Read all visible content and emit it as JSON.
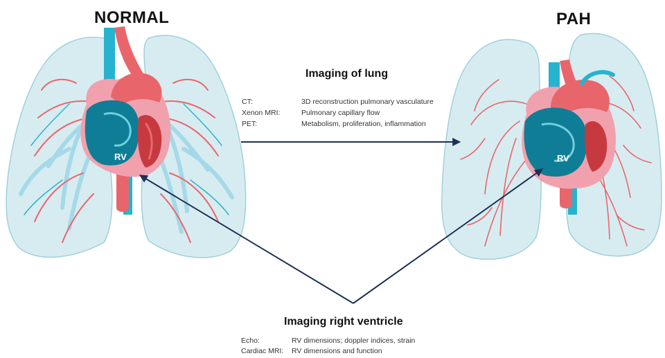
{
  "titles": {
    "left": "NORMAL",
    "right": "PAH"
  },
  "rv_label": "RV",
  "lung_section": {
    "title": "Imaging of lung",
    "rows": [
      {
        "label": "CT:",
        "text": "3D reconstruction pulmonary vasculature"
      },
      {
        "label": "Xenon MRI:",
        "text": "Pulmonary capillary flow"
      },
      {
        "label": "PET:",
        "text": "Metabolism, proliferation, inflammation"
      }
    ]
  },
  "rv_section": {
    "title": "Imaging right ventricle",
    "rows": [
      {
        "label": "Echo:",
        "text": "RV dimensions; doppler indices, strain"
      },
      {
        "label": "Cardiac MRI:",
        "text": "RV dimensions and function"
      }
    ]
  },
  "colors": {
    "lung_fill": "#d7ecf1",
    "lung_stroke": "#9fd0dc",
    "artery_red": "#e8666b",
    "vein_cyan": "#27b3cf",
    "heart_pink": "#f1a1ae",
    "rv_teal": "#0f7d96",
    "lv_red": "#c63a3f",
    "arrow_navy": "#1d2f55"
  }
}
